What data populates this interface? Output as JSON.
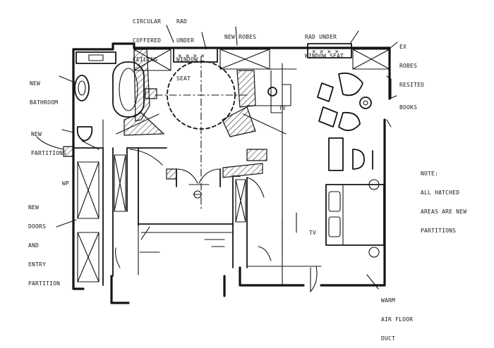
{
  "labels": {
    "circular_ceiling": [
      "CIRCULAR",
      "COFFERED",
      "CEILING"
    ],
    "rad_window_seat_left": [
      "RAD",
      "UNDER",
      "WINDOW",
      "SEAT"
    ],
    "new_robes": [
      "NEW ROBES"
    ],
    "rad_window_seat_right": [
      "RAD UNDER",
      "WINDOW SEAT"
    ],
    "ex_robes_resited": [
      "EX",
      "ROBES",
      "RESITED"
    ],
    "new_bathroom": [
      "NEW",
      "BATHROOM"
    ],
    "books": [
      "BOOKS"
    ],
    "new_partitions": [
      "NEW",
      "PARTITIONS"
    ],
    "note": [
      "NOTE:",
      "ALL HATCHED",
      "AREAS ARE NEW",
      "PARTITIONS"
    ],
    "wp": [
      "WP"
    ],
    "new_doors": [
      "NEW",
      "DOORS",
      "AND",
      "ENTRY",
      "PARTITION"
    ],
    "tv_top": [
      "TV"
    ],
    "tv_bed": [
      "TV"
    ],
    "warm_air": [
      "WARM",
      "AIR FLOOR",
      "DUCT"
    ]
  },
  "colors": {
    "ink": "#141414",
    "paper": "#ffffff"
  }
}
